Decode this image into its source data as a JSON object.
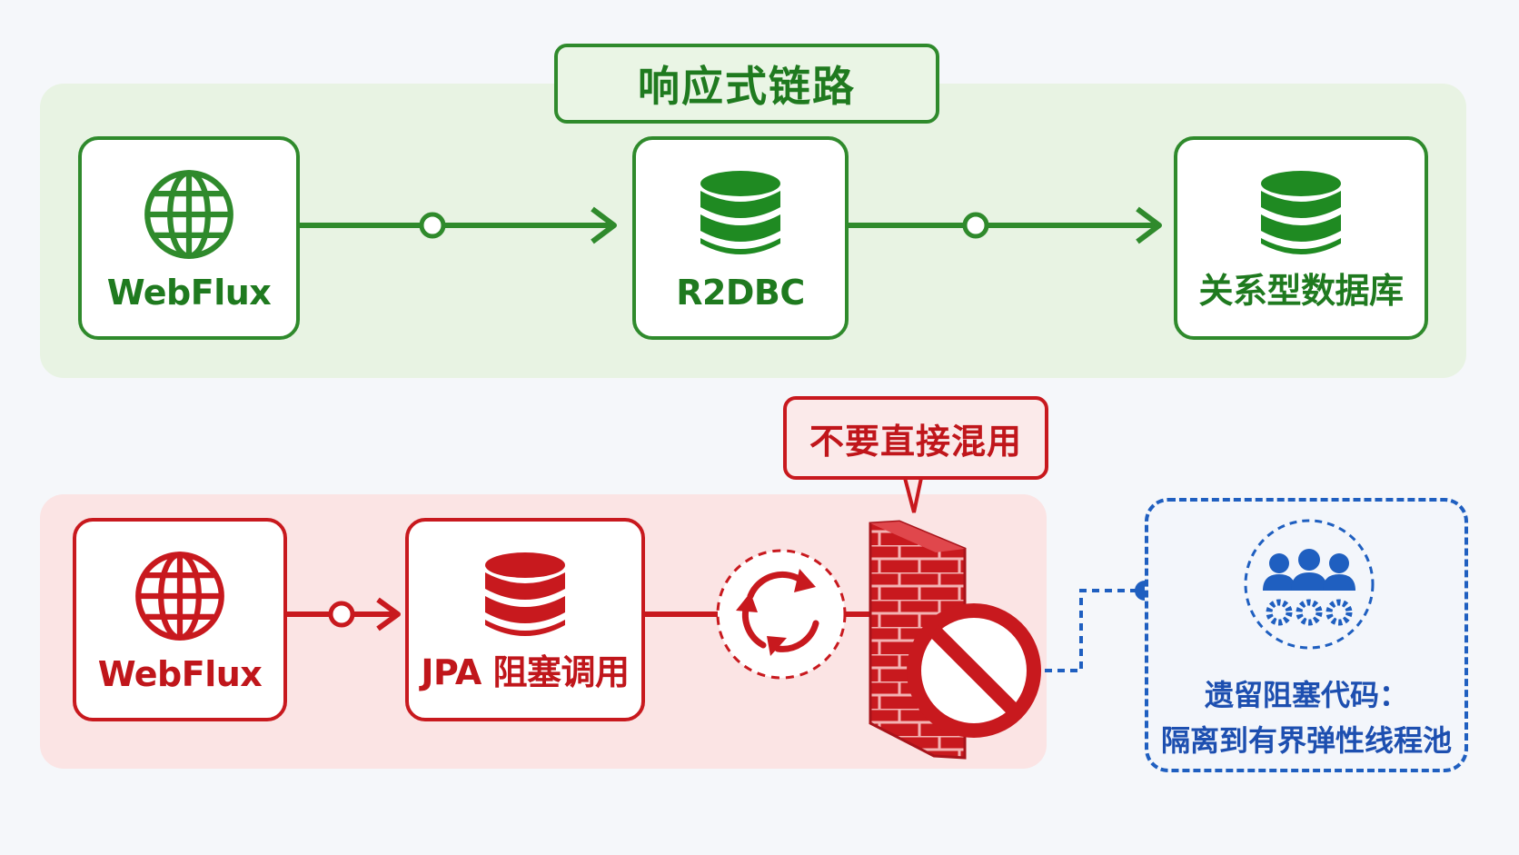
{
  "colors": {
    "reactive_green": "#2f8a2c",
    "blocking_red": "#c8191e",
    "isolation_blue": "#1f5fc0",
    "green_panel_bg": "#e8f3e3",
    "red_panel_bg": "#fbe4e4"
  },
  "reactive_chain": {
    "title": "响应式链路",
    "nodes": [
      {
        "label": "WebFlux",
        "icon": "globe-icon"
      },
      {
        "label": "R2DBC",
        "icon": "database-icon"
      },
      {
        "label": "关系型数据库",
        "icon": "database-icon"
      }
    ]
  },
  "blocking_chain": {
    "nodes": [
      {
        "label": "WebFlux",
        "icon": "globe-icon"
      },
      {
        "label": "JPA 阻塞调用",
        "icon": "database-icon"
      }
    ],
    "cycle_icon": "refresh-cycle-icon",
    "wall_icon": "brick-wall-icon",
    "block_icon": "no-entry-icon",
    "warning": "不要直接混用"
  },
  "legacy": {
    "icon": "team-gears-icon",
    "line1": "遗留阻塞代码：",
    "line2": "隔离到有界弹性线程池"
  }
}
